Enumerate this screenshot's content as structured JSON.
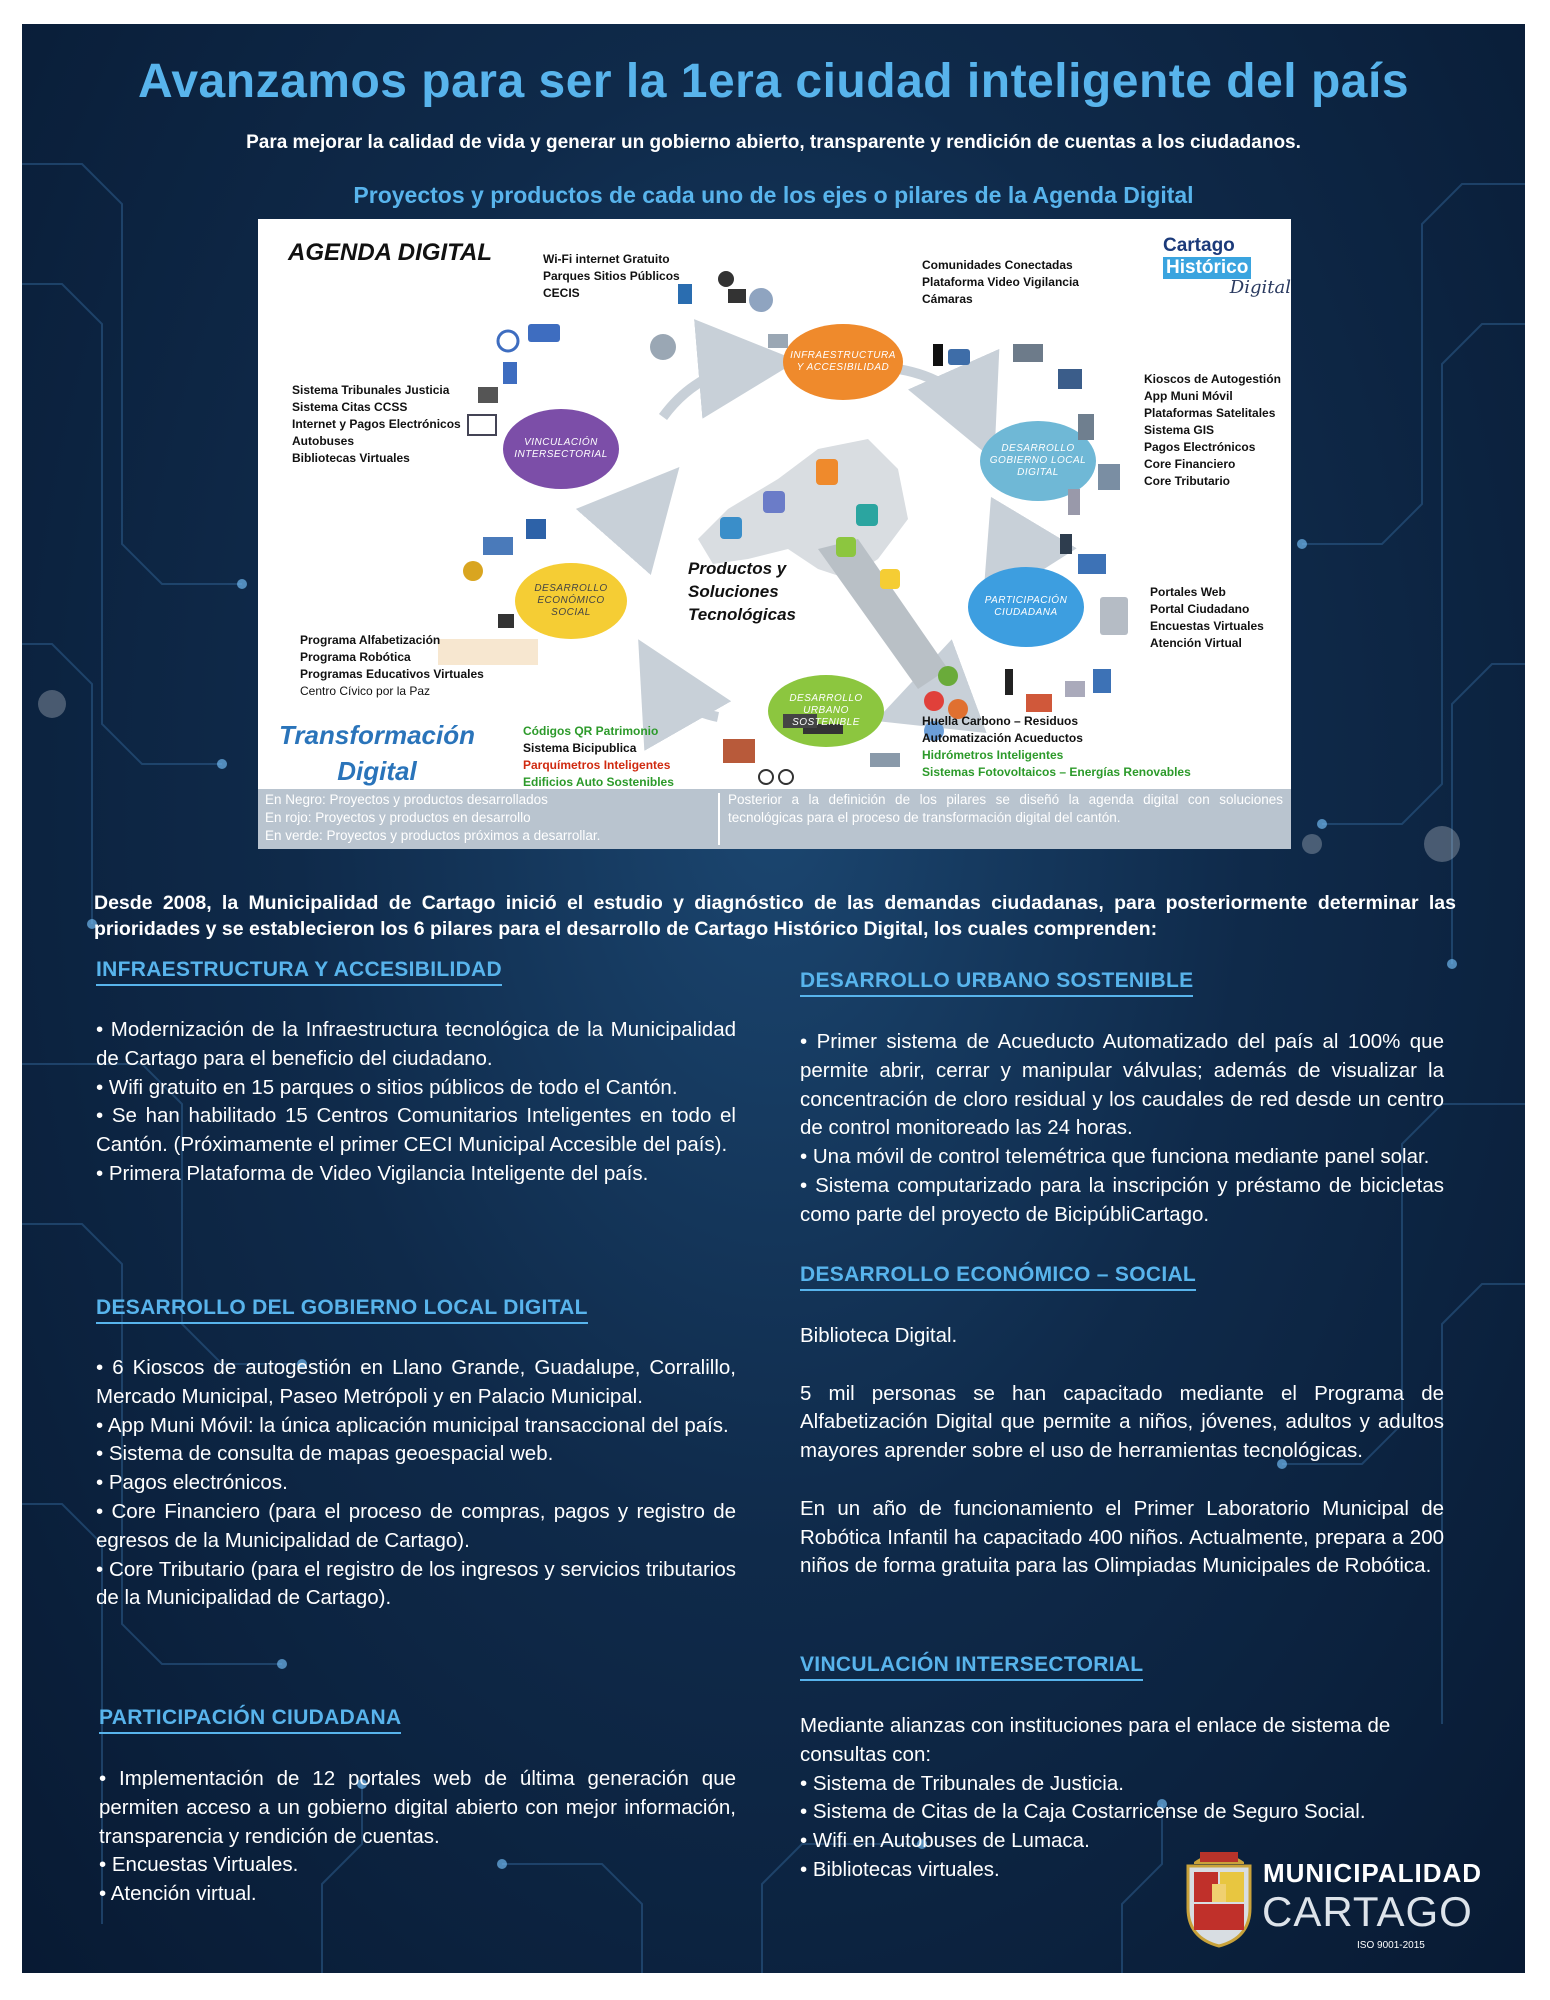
{
  "title": "Avanzamos para ser la 1era ciudad inteligente del país",
  "subtitle": "Para mejorar la calidad de vida y generar un gobierno abierto, transparente y rendición de cuentas a los ciudadanos.",
  "agenda_section_title": "Proyectos y productos de cada uno de los ejes o pilares de la Agenda Digital",
  "diagram": {
    "heading": "AGENDA DIGITAL",
    "logo": {
      "cartago": "Cartago",
      "historico": "Histórico",
      "digital": "Digital"
    },
    "center_label": [
      "Productos y",
      "Soluciones",
      "Tecnológicas"
    ],
    "footer_label": [
      "Transformación",
      "Digital"
    ],
    "pillars": {
      "infraestructura": [
        "INFRAESTRUCTURA",
        "Y ACCESIBILIDAD"
      ],
      "gobierno": [
        "DESARROLLO",
        "GOBIERNO LOCAL",
        "DIGITAL"
      ],
      "participacion": [
        "PARTICIPACIÓN",
        "CIUDADANA"
      ],
      "urbano": [
        "DESARROLLO",
        "URBANO",
        "SOSTENIBLE"
      ],
      "economico": [
        "DESARROLLO",
        "ECONÓMICO",
        "SOCIAL"
      ],
      "vinculacion": [
        "VINCULACIÓN",
        "INTERSECTORIAL"
      ]
    },
    "pillar_colors": {
      "infraestructura": "#ef8a2c",
      "gobierno": "#6fb8d6",
      "participacion": "#3d9ee0",
      "urbano": "#8cc63f",
      "economico": "#f5cd34",
      "vinculacion": "#7c4ea8"
    },
    "lists": {
      "infra_left": [
        "Wi-Fi internet Gratuito",
        "Parques Sitios Públicos",
        "CECIS"
      ],
      "infra_right": [
        "Comunidades Conectadas",
        "Plataforma Video Vigilancia",
        "Cámaras"
      ],
      "gobierno": [
        "Kioscos de Autogestión",
        "App Muni Móvil",
        "Plataformas Satelitales",
        "Sistema GIS",
        "Pagos Electrónicos",
        "Core Financiero",
        "Core Tributario"
      ],
      "participacion": [
        "Portales Web",
        "Portal Ciudadano",
        "Encuestas Virtuales",
        "Atención Virtual"
      ],
      "urbano_black": [
        "Huella Carbono – Residuos",
        "Automatización Acueductos"
      ],
      "urbano_green": [
        "Hidrómetros Inteligentes",
        "Sistemas Fotovoltaicos – Energías Renovables"
      ],
      "economico_bold": [
        "Programa Alfabetización",
        "Programa Robótica",
        "Programas Educativos Virtuales"
      ],
      "economico_normal": "Centro Cívico por la Paz",
      "qr_green": "Códigos QR Patrimonio",
      "bici_black": "Sistema Bicipublica",
      "parq_red": "Parquímetros Inteligentes",
      "edif_green": "Edificios Auto Sostenibles",
      "vinculacion": [
        "Sistema Tribunales Justicia",
        "Sistema Citas CCSS",
        "Internet y Pagos Electrónicos",
        "Autobuses",
        "Bibliotecas Virtuales"
      ]
    }
  },
  "legend": {
    "lines": [
      "En Negro: Proyectos y productos desarrollados",
      "En rojo: Proyectos y productos en desarrollo",
      "En verde: Proyectos y productos próximos a desarrollar."
    ],
    "note": "Posterior a la definición de los pilares se diseñó la agenda digital con soluciones tecnológicas para el proceso de transformación digital del cantón."
  },
  "intro": "Desde 2008, la Municipalidad de Cartago inició el estudio y diagnóstico de las demandas ciudadanas, para posteriormente determinar las prioridades y se establecieron los 6 pilares para el desarrollo de Cartago Histórico Digital, los cuales comprenden:",
  "sections": {
    "infra": {
      "heading": "INFRAESTRUCTURA Y ACCESIBILIDAD",
      "items": [
        "• Modernización de la Infraestructura tecnológica de la Municipalidad de Cartago para el beneficio del ciudadano.",
        "• Wifi gratuito en 15 parques o sitios públicos de todo el Cantón.",
        "• Se han habilitado 15 Centros Comunitarios Inteligentes en todo el Cantón. (Próximamente el primer CECI Municipal Accesible del país).",
        "• Primera Plataforma de Video Vigilancia Inteligente del país."
      ]
    },
    "gobierno": {
      "heading": "DESARROLLO DEL GOBIERNO LOCAL DIGITAL",
      "items": [
        "• 6 Kioscos de autogestión en Llano Grande, Guadalupe, Corralillo, Mercado Municipal, Paseo Metrópoli y en Palacio Municipal.",
        "• App Muni Móvil: la única aplicación municipal transaccional del país.",
        "• Sistema de consulta de mapas geoespacial web.",
        "• Pagos electrónicos.",
        "• Core Financiero (para el proceso de compras, pagos y registro de egresos de la Municipalidad de Cartago).",
        "• Core Tributario (para el registro de los ingresos  y servicios tributarios de la Municipalidad de Cartago)."
      ]
    },
    "participacion": {
      "heading": "PARTICIPACIÓN CIUDADANA",
      "items": [
        "• Implementación de 12 portales web de última generación que permiten acceso a un gobierno digital abierto con mejor información, transparencia y rendición de cuentas.",
        "• Encuestas Virtuales.",
        "• Atención virtual."
      ]
    },
    "urbano": {
      "heading": "DESARROLLO URBANO SOSTENIBLE",
      "items": [
        "• Primer sistema de Acueducto Automatizado del país al 100% que permite abrir, cerrar y manipular válvulas; además de visualizar la concentración de cloro residual y los caudales de red desde un centro de control monitoreado las 24 horas.",
        "• Una móvil de control telemétrica que funciona mediante panel solar.",
        "• Sistema computarizado para la inscripción y préstamo de bicicletas como parte del proyecto de BicipúbliCartago."
      ]
    },
    "economico": {
      "heading": "DESARROLLO ECONÓMICO – SOCIAL",
      "items": [
        "Biblioteca Digital.",
        "5 mil personas se han capacitado mediante el Programa de Alfabetización Digital que permite a niños, jóvenes, adultos y adultos mayores aprender sobre el uso de herramientas tecnológicas.",
        "En un año de funcionamiento el Primer Laboratorio Municipal de Robótica Infantil ha capacitado 400 niños. Actualmente, prepara a 200 niños de forma gratuita para las Olimpiadas Municipales de Robótica."
      ]
    },
    "vinculacion": {
      "heading": "VINCULACIÓN INTERSECTORIAL",
      "items": [
        "Mediante alianzas con instituciones para el enlace de sistema de consultas con:",
        "• Sistema de Tribunales de Justicia.",
        "• Sistema de Citas de la Caja Costarricense de Seguro Social.",
        "• Wifi en Autobuses de Lumaca.",
        "• Bibliotecas virtuales."
      ]
    }
  },
  "footer_logo": {
    "name": "MUNICIPALIDAD",
    "city": "CARTAGO",
    "iso": "ISO 9001-2015"
  },
  "colors": {
    "background": "#0f2a4a",
    "accent": "#58b4ec",
    "text": "#ffffff"
  }
}
